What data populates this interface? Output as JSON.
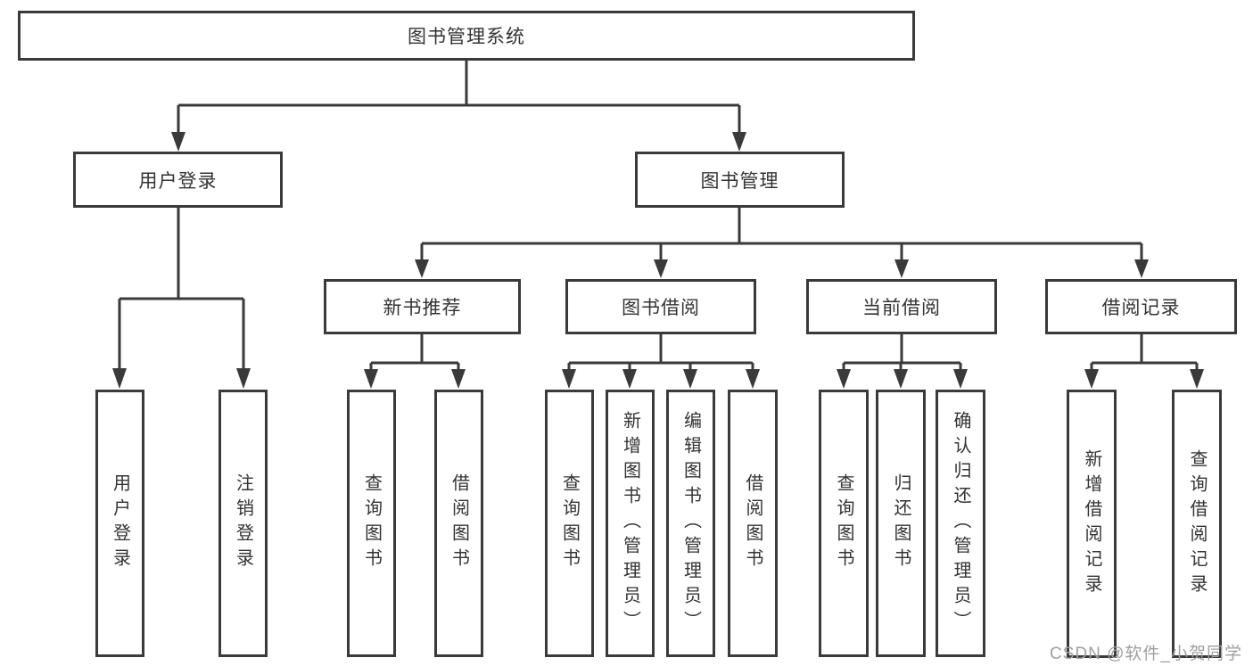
{
  "diagram": {
    "title": "图书管理系统",
    "type": "tree-structure-chart",
    "colors": {
      "line": "#3a3a3a",
      "box_border": "#3a3a3a",
      "box_fill": "#ffffff",
      "text": "#333333",
      "watermark": "#9f9f9f",
      "background": "#ffffff"
    },
    "tree": {
      "label": "图书管理系统",
      "children": [
        {
          "label": "用户登录",
          "children": [
            {
              "label": "用户登录"
            },
            {
              "label": "注销登录"
            }
          ]
        },
        {
          "label": "图书管理",
          "children": [
            {
              "label": "新书推荐",
              "children": [
                {
                  "label": "查询图书"
                },
                {
                  "label": "借阅图书"
                }
              ]
            },
            {
              "label": "图书借阅",
              "children": [
                {
                  "label": "查询图书"
                },
                {
                  "label": "新增图书（管理员）"
                },
                {
                  "label": "编辑图书（管理员）"
                },
                {
                  "label": "借阅图书"
                }
              ]
            },
            {
              "label": "当前借阅",
              "children": [
                {
                  "label": "查询图书"
                },
                {
                  "label": "归还图书"
                },
                {
                  "label": "确认归还（管理员）"
                }
              ]
            },
            {
              "label": "借阅记录",
              "children": [
                {
                  "label": "新增借阅记录"
                },
                {
                  "label": "查询借阅记录"
                }
              ]
            }
          ]
        }
      ]
    },
    "watermark": {
      "text": "CSDN @软件_小贺同学"
    }
  }
}
